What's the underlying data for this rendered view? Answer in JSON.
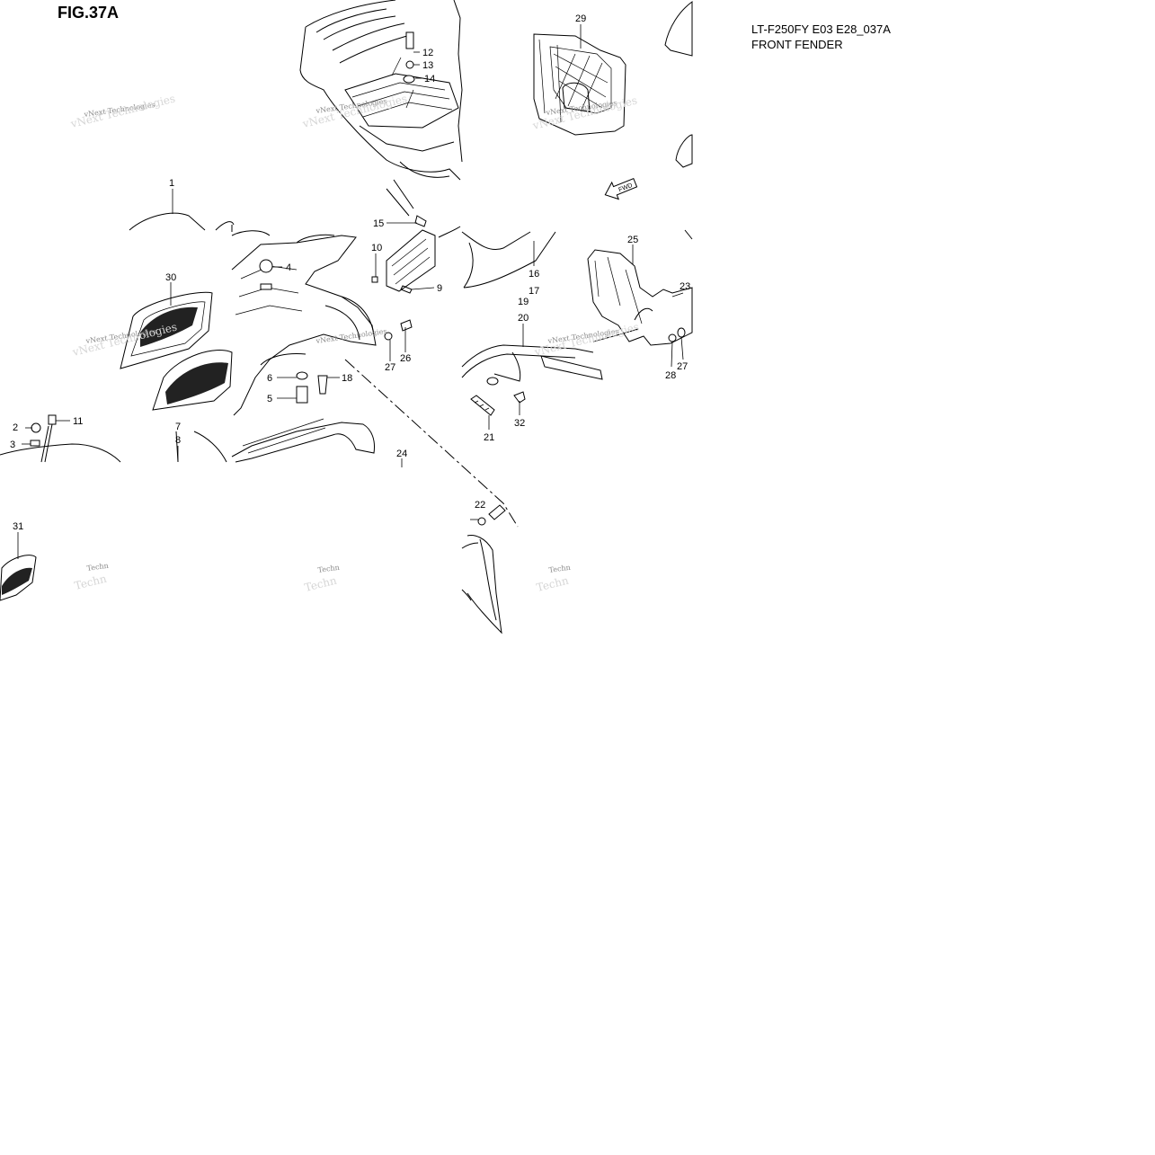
{
  "figure": {
    "title": "FIG.37A",
    "model_code": "LT-F250FY E03 E28_037A",
    "section_name": "FRONT FENDER"
  },
  "watermark": {
    "line1": "vNext Technologies",
    "line2": "Techn"
  },
  "fwd_label": "FWD",
  "callouts": [
    "1",
    "2",
    "3",
    "4",
    "5",
    "6",
    "7",
    "8",
    "9",
    "10",
    "11",
    "12",
    "13",
    "14",
    "15",
    "16",
    "17",
    "18",
    "19",
    "20",
    "21",
    "22",
    "23",
    "24",
    "25",
    "26",
    "27",
    "27",
    "28",
    "29",
    "30",
    "31",
    "32"
  ]
}
